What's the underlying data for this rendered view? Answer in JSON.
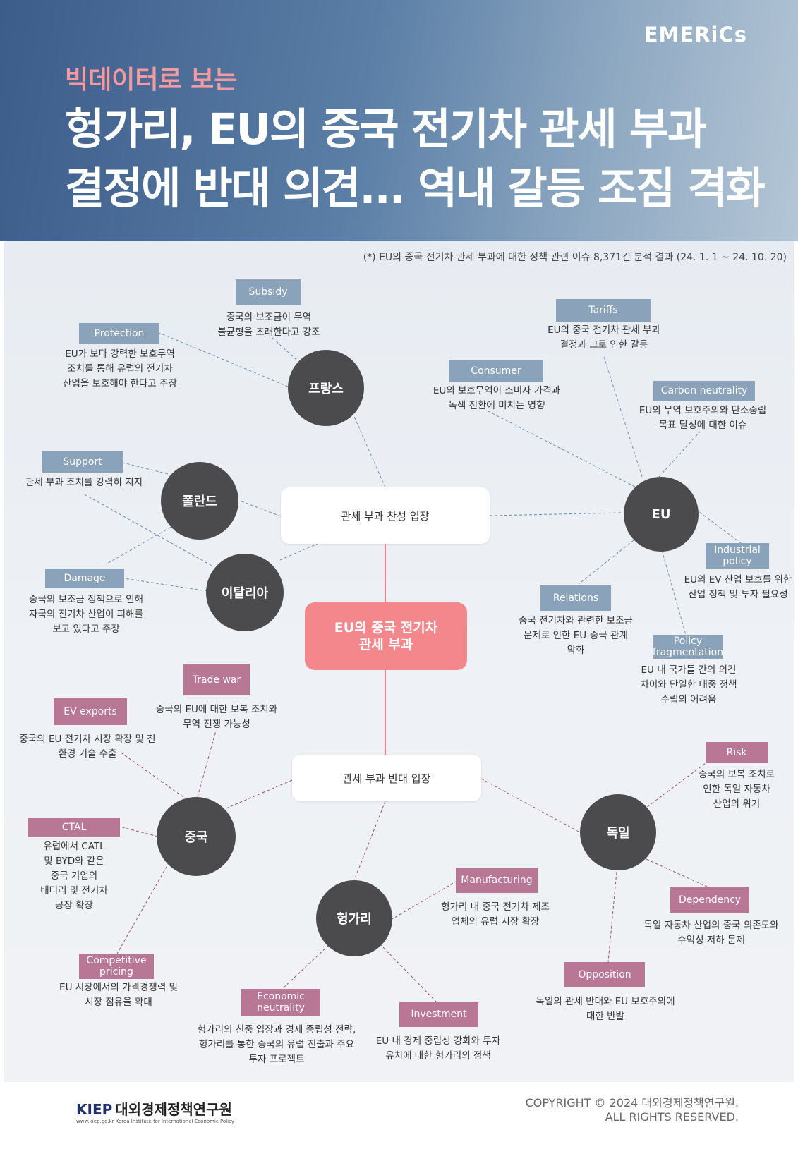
{
  "header": {
    "brand": "EMERiCs",
    "subtitle": "빅데이터로 보는",
    "title_line1": "헝가리, EU의 중국 전기차 관세 부과",
    "title_line2": "결정에 반대 의견... 역내 갈등 조짐 격화"
  },
  "note": "(*) EU의 중국 전기차 관세 부과에 대한 정책 관련 이슈 8,371건 분석 결과 (24. 1. 1 ~ 24. 10. 20)",
  "center": {
    "line1": "EU의 중국 전기차",
    "line2": "관세 부과"
  },
  "stances": {
    "support": "관세 부과 찬성 입장",
    "oppose": "관세 부과 반대 입장"
  },
  "nodes": {
    "france": "프랑스",
    "poland": "폴란드",
    "italy": "이탈리아",
    "eu": "EU",
    "china": "중국",
    "hungary": "헝가리",
    "germany": "독일"
  },
  "topics": {
    "subsidy": {
      "tag": "Subsidy",
      "desc": [
        "중국의 보조금이 무역",
        "불균형을 초래한다고 강조"
      ]
    },
    "protection": {
      "tag": "Protection",
      "desc": [
        "EU가 보다 강력한 보호무역",
        "조치를 통해 유럽의 전기차",
        "산업을 보호해야 한다고 주장"
      ]
    },
    "support": {
      "tag": "Support",
      "desc": [
        "관세 부과 조치를 강력히 지지"
      ]
    },
    "damage": {
      "tag": "Damage",
      "desc": [
        "중국의 보조금 정책으로 인해",
        "자국의 전기차 산업이 피해를",
        "보고 있다고 주장"
      ]
    },
    "tariffs": {
      "tag": "Tariffs",
      "desc": [
        "EU의 중국 전기차 관세 부과",
        "결정과 그로 인한 갈등"
      ]
    },
    "consumer": {
      "tag": "Consumer",
      "desc": [
        "EU의 보호무역이 소비자 가격과",
        "녹색 전환에 미치는 영향"
      ]
    },
    "carbon": {
      "tag": "Carbon neutrality",
      "desc": [
        "EU의 무역 보호주의와 탄소중립",
        "목표 달성에 대한 이슈"
      ]
    },
    "industrial": {
      "tag1": "Industrial",
      "tag2": "policy",
      "desc": [
        "EU의 EV 산업 보호를 위한",
        "산업 정책 및 투자 필요성"
      ]
    },
    "relations": {
      "tag": "Relations",
      "desc": [
        "중국 전기차와 관련한 보조금",
        "문제로 인한 EU-중국 관계",
        "악화"
      ]
    },
    "policyfrag": {
      "tag1": "Policy",
      "tag2": "fragmentation",
      "desc": [
        "EU 내 국가들 간의 의견",
        "차이와 단일한 대중 정책",
        "수립의 어려움"
      ]
    },
    "tradewar": {
      "tag": "Trade war",
      "desc": [
        "중국의 EU에 대한 보복 조치와",
        "무역 전쟁 가능성"
      ]
    },
    "evexports": {
      "tag": "EV exports",
      "desc": [
        "중국의 EU 전기차 시장 확장 및 친",
        "환경 기술 수출"
      ]
    },
    "ctal": {
      "tag": "CTAL",
      "desc": [
        "유럽에서 CATL",
        "및 BYD와 같은",
        "중국 기업의",
        "배터리 및 전기차",
        "공장 확장"
      ]
    },
    "competitive": {
      "tag1": "Competitive",
      "tag2": "pricing",
      "desc": [
        "EU 시장에서의 가격경쟁력 및",
        "시장 점유율 확대"
      ]
    },
    "econneutral": {
      "tag1": "Economic",
      "tag2": "neutrality",
      "desc": [
        "헝가리의 친중 입장과 경제 중립성 전략,",
        "헝가리를 통한 중국의 유럽 진출과 주요",
        "투자 프로젝트"
      ]
    },
    "manufacturing": {
      "tag": "Manufacturing",
      "desc": [
        "헝가리 내 중국 전기차 제조",
        "업체의 유럽 시장 확장"
      ]
    },
    "investment": {
      "tag": "Investment",
      "desc": [
        "EU 내 경제 중립성 강화와 투자",
        "유치에 대한 헝가리의 정책"
      ]
    },
    "risk": {
      "tag": "Risk",
      "desc": [
        "중국의 보복 조치로",
        "인한 독일 자동차",
        "산업의 위기"
      ]
    },
    "dependency": {
      "tag": "Dependency",
      "desc": [
        "독일 자동차 산업의 중국 의존도와",
        "수익성 저하 문제"
      ]
    },
    "opposition": {
      "tag": "Opposition",
      "desc": [
        "독일의 관세 반대와 EU 보호주의에",
        "대한 반발"
      ]
    }
  },
  "footer": {
    "logo": "KIEP",
    "logo_kr": "대외경제정책연구원",
    "logo_sub": "www.kiep.go.kr   Korea Institute for International Economic Policy",
    "copyright1": "COPYRIGHT © 2024 대외경제정책연구원.",
    "copyright2": "ALL RIGHTS RESERVED."
  },
  "colors": {
    "support_tag": "#8aa3bb",
    "oppose_tag": "#b97796",
    "center": "#f4878c",
    "node": "#4b4b4d"
  }
}
